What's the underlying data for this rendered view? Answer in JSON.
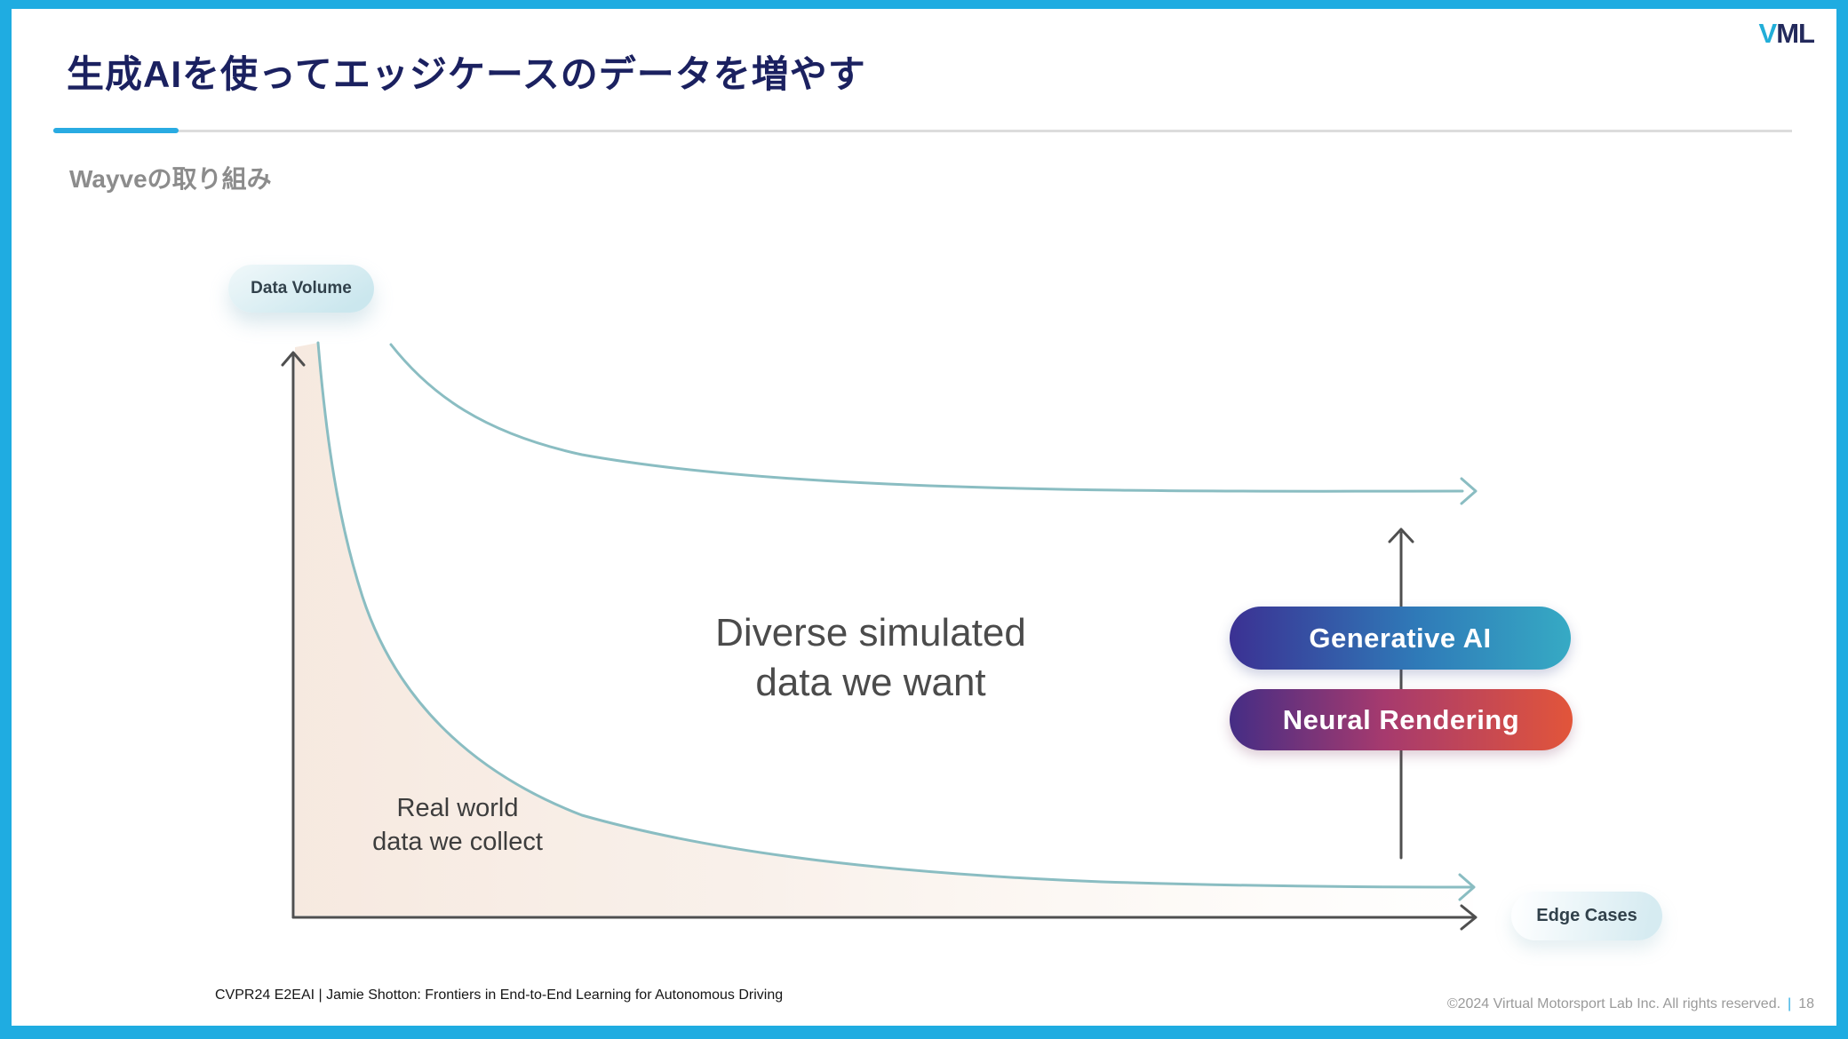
{
  "header": {
    "title": "生成AIを使ってエッジケースのデータを増やす",
    "subtitle": "Wayveの取り組み",
    "logo_v": "V",
    "logo_ml": "ML"
  },
  "chart": {
    "y_axis_label": "Data Volume",
    "x_axis_label": "Edge Cases",
    "diverse_label_line1": "Diverse simulated",
    "diverse_label_line2": "data we want",
    "real_world_label_line1": "Real world",
    "real_world_label_line2": "data we collect"
  },
  "badges": {
    "generative_ai": {
      "label": "Generative AI",
      "gradient": [
        "#3b3193",
        "#2f7ab8",
        "#36aac4"
      ]
    },
    "neural_rendering": {
      "label": "Neural Rendering",
      "gradient": [
        "#452d85",
        "#a63a6e",
        "#e2553a"
      ]
    }
  },
  "footer": {
    "citation": "CVPR24 E2EAI | Jamie Shotton: Frontiers in End-to-End Learning for Autonomous Driving",
    "copyright": "©2024 Virtual Motorsport Lab Inc. All rights reserved.",
    "separator": "|",
    "page_number": "18"
  },
  "colors": {
    "frame": "#1face1",
    "accent_cyan": "#29abe2",
    "title_navy": "#1b2160",
    "subtitle_gray": "#8c8c8c",
    "logo_cyan": "#22aed8",
    "logo_navy": "#232a5c",
    "axis_gray": "#4f4f4f",
    "curve_teal": "#8abdc2",
    "area_peach": "#f6e8de",
    "pill_label_dark": "#31414b",
    "genai_start": "#3b3193",
    "genai_mid": "#2f7ab8",
    "genai_end": "#36aac4",
    "neural_start": "#452d85",
    "neural_mid": "#a63a6e",
    "neural_end": "#e2553a",
    "footer_gray": "#9a9a9a"
  },
  "chart_data": {
    "type": "line",
    "title": "Long-tail data distribution: using generative AI to boost edge-case data",
    "xlabel": "Edge Cases",
    "ylabel": "Data Volume",
    "x_range_norm": [
      0,
      1
    ],
    "y_range_norm": [
      0,
      1
    ],
    "grid": false,
    "legend": "none",
    "series": [
      {
        "name": "Real world data we collect",
        "style": "solid line with peach area fill fading to the right",
        "color": "#8abdc2",
        "fill": "#f6e8de",
        "x": [
          0.02,
          0.04,
          0.07,
          0.12,
          0.2,
          0.3,
          0.45,
          0.65,
          0.85,
          1.0
        ],
        "y": [
          1.0,
          0.62,
          0.42,
          0.27,
          0.16,
          0.1,
          0.065,
          0.05,
          0.046,
          0.045
        ]
      },
      {
        "name": "Diverse simulated data we want",
        "style": "solid line, arrow tip at right end",
        "color": "#8abdc2",
        "x": [
          0.08,
          0.15,
          0.25,
          0.4,
          0.55,
          0.7,
          0.85,
          1.0
        ],
        "y": [
          1.0,
          0.86,
          0.79,
          0.755,
          0.745,
          0.74,
          0.738,
          0.737
        ]
      }
    ],
    "annotations": [
      {
        "text": "Diverse simulated data we want",
        "role": "region label between the two curves"
      },
      {
        "text": "Real world data we collect",
        "role": "label inside the filled area under the steep curve"
      },
      {
        "text": "Generative AI",
        "role": "gradient badge on the vertical uplift arrow"
      },
      {
        "text": "Neural Rendering",
        "role": "gradient badge on the vertical uplift arrow"
      },
      {
        "role": "vertical arrow at the edge-case tail pointing up from the real-world curve to the simulated curve"
      }
    ]
  }
}
